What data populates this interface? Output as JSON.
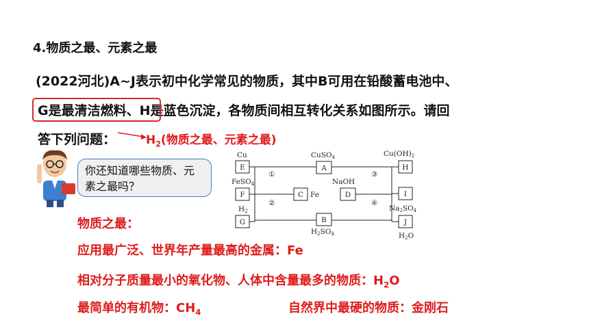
{
  "title": "4.物质之最、元素之最",
  "question": {
    "line1": "(2022河北)A~J表示初中化学常见的物质，其中B可用在铅酸蓄电池中、",
    "line2_highlight": "G是最清洁燃料、",
    "line2_rest": "H是蓝色沉淀，各物质间相互转化关系如图所示。请回",
    "line3": "答下列问题："
  },
  "annotation": {
    "prefix": "H",
    "sub": "2",
    "suffix": "(物质之最、元素之最)"
  },
  "bubble_text": "你还知道哪些物质、元素之最吗？",
  "answers": {
    "heading": "物质之最：",
    "line1": "应用最广泛、世界年产量最高的金属：Fe",
    "line2": {
      "text": "相对分子质量最小的氧化物、人体中含量最多的物质：H",
      "sub": "2",
      "tail": "O"
    },
    "line3a": {
      "text": "最简单的有机物：CH",
      "sub": "4"
    },
    "line3b": "自然界中最硬的物质：金刚石"
  },
  "diagram": {
    "boxes": {
      "E": "E",
      "F": "F",
      "G": "G",
      "A": "A",
      "C": "C",
      "B": "B",
      "D": "D",
      "H": "H",
      "I": "I",
      "J": "J"
    },
    "labels": {
      "cu": "Cu",
      "feso4": {
        "base": "FeSO",
        "sub": "4"
      },
      "h2": {
        "base": "H",
        "sub": "2"
      },
      "cuso4": {
        "base": "CuSO",
        "sub": "4"
      },
      "fe": "Fe",
      "h2so4": {
        "base": "H",
        "sub1": "2",
        "mid": "SO",
        "sub2": "4"
      },
      "naoh": "NaOH",
      "cuoh2": {
        "base": "Cu(OH)",
        "sub": "2"
      },
      "na2so4": {
        "base": "Na",
        "sub1": "2",
        "mid": "SO",
        "sub2": "4"
      },
      "h2o": {
        "base": "H",
        "sub": "2",
        "tail": "O"
      }
    },
    "reactions": [
      "①",
      "②",
      "③",
      "④"
    ]
  },
  "colors": {
    "accent_red": "#e01b1b",
    "box_red": "#d42a2a",
    "bubble_border": "#4a78c2"
  }
}
